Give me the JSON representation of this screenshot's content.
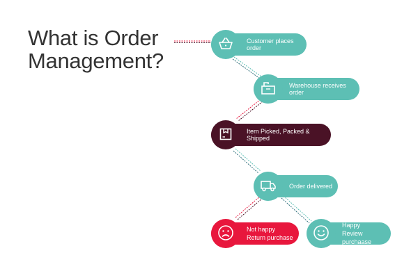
{
  "title": {
    "line1": "What is Order",
    "line2": "Management?"
  },
  "colors": {
    "teal": "#5dbfb4",
    "maroon": "#4a1226",
    "red": "#e8173d",
    "title": "#333333"
  },
  "steps": [
    {
      "label": "Customer places order",
      "icon": "basket-icon"
    },
    {
      "label": "Warehouse receives order",
      "icon": "warehouse-icon"
    },
    {
      "label": "Item Picked, Packed & Shipped",
      "icon": "package-icon"
    },
    {
      "label": "Order delivered",
      "icon": "truck-icon"
    }
  ],
  "outcomes": {
    "unhappy": {
      "line1": "Not happy",
      "line2": "Return purchase",
      "icon": "sad-face-icon"
    },
    "happy": {
      "line1": "Happy",
      "line2": "Review purchaase",
      "icon": "happy-face-icon"
    }
  }
}
